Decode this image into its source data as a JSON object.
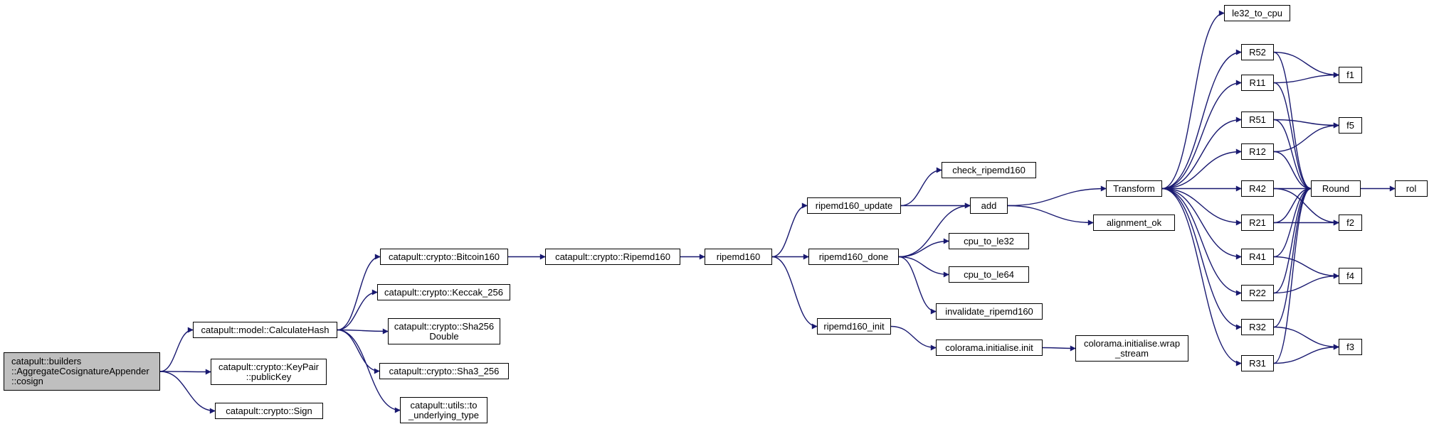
{
  "colors": {
    "edge": "#191970",
    "root_fill": "#bfbfbf",
    "node_fill": "#ffffff",
    "border": "#000000"
  },
  "nodes": [
    {
      "id": "cosign",
      "label": "catapult::builders\n::AggregateCosignatureAppender\n::cosign",
      "root": true
    },
    {
      "id": "calchash",
      "label": "catapult::model::CalculateHash"
    },
    {
      "id": "pubkey",
      "label": "catapult::crypto::KeyPair\n::publicKey"
    },
    {
      "id": "sign",
      "label": "catapult::crypto::Sign"
    },
    {
      "id": "bitcoin160",
      "label": "catapult::crypto::Bitcoin160"
    },
    {
      "id": "keccak",
      "label": "catapult::crypto::Keccak_256"
    },
    {
      "id": "sha256d",
      "label": "catapult::crypto::Sha256\nDouble"
    },
    {
      "id": "sha3",
      "label": "catapult::crypto::Sha3_256"
    },
    {
      "id": "tounder",
      "label": "catapult::utils::to\n_underlying_type"
    },
    {
      "id": "ripemd160c",
      "label": "catapult::crypto::Ripemd160"
    },
    {
      "id": "ripemd160",
      "label": "ripemd160"
    },
    {
      "id": "rupdate",
      "label": "ripemd160_update"
    },
    {
      "id": "rdone",
      "label": "ripemd160_done"
    },
    {
      "id": "rinit",
      "label": "ripemd160_init"
    },
    {
      "id": "check",
      "label": "check_ripemd160"
    },
    {
      "id": "add",
      "label": "add"
    },
    {
      "id": "cpule32",
      "label": "cpu_to_le32"
    },
    {
      "id": "cpule64",
      "label": "cpu_to_le64"
    },
    {
      "id": "invalidate",
      "label": "invalidate_ripemd160"
    },
    {
      "id": "colinit",
      "label": "colorama.initialise.init"
    },
    {
      "id": "colwrap",
      "label": "colorama.initialise.wrap\n_stream"
    },
    {
      "id": "transform",
      "label": "Transform"
    },
    {
      "id": "alignok",
      "label": "alignment_ok"
    },
    {
      "id": "le32",
      "label": "le32_to_cpu"
    },
    {
      "id": "R52",
      "label": "R52"
    },
    {
      "id": "R11",
      "label": "R11"
    },
    {
      "id": "R51",
      "label": "R51"
    },
    {
      "id": "R12",
      "label": "R12"
    },
    {
      "id": "R42",
      "label": "R42"
    },
    {
      "id": "R21",
      "label": "R21"
    },
    {
      "id": "R41",
      "label": "R41"
    },
    {
      "id": "R22",
      "label": "R22"
    },
    {
      "id": "R32",
      "label": "R32"
    },
    {
      "id": "R31",
      "label": "R31"
    },
    {
      "id": "round",
      "label": "Round"
    },
    {
      "id": "rol",
      "label": "rol"
    },
    {
      "id": "f1",
      "label": "f1"
    },
    {
      "id": "f5",
      "label": "f5"
    },
    {
      "id": "f2",
      "label": "f2"
    },
    {
      "id": "f4",
      "label": "f4"
    },
    {
      "id": "f3",
      "label": "f3"
    }
  ],
  "edges": [
    [
      "cosign",
      "calchash"
    ],
    [
      "cosign",
      "pubkey"
    ],
    [
      "cosign",
      "sign"
    ],
    [
      "calchash",
      "bitcoin160"
    ],
    [
      "calchash",
      "keccak"
    ],
    [
      "calchash",
      "sha256d"
    ],
    [
      "calchash",
      "sha3"
    ],
    [
      "calchash",
      "tounder"
    ],
    [
      "bitcoin160",
      "ripemd160c"
    ],
    [
      "ripemd160c",
      "ripemd160"
    ],
    [
      "ripemd160",
      "rupdate"
    ],
    [
      "ripemd160",
      "rdone"
    ],
    [
      "ripemd160",
      "rinit"
    ],
    [
      "rupdate",
      "check"
    ],
    [
      "rupdate",
      "add"
    ],
    [
      "rdone",
      "add"
    ],
    [
      "rdone",
      "cpule32"
    ],
    [
      "rdone",
      "cpule64"
    ],
    [
      "rdone",
      "invalidate"
    ],
    [
      "rinit",
      "colinit"
    ],
    [
      "colinit",
      "colwrap"
    ],
    [
      "add",
      "transform"
    ],
    [
      "add",
      "alignok"
    ],
    [
      "transform",
      "le32"
    ],
    [
      "transform",
      "R52"
    ],
    [
      "transform",
      "R11"
    ],
    [
      "transform",
      "R51"
    ],
    [
      "transform",
      "R12"
    ],
    [
      "transform",
      "R42"
    ],
    [
      "transform",
      "R21"
    ],
    [
      "transform",
      "R41"
    ],
    [
      "transform",
      "R22"
    ],
    [
      "transform",
      "R32"
    ],
    [
      "transform",
      "R31"
    ],
    [
      "R52",
      "f1"
    ],
    [
      "R52",
      "round"
    ],
    [
      "R11",
      "f1"
    ],
    [
      "R11",
      "round"
    ],
    [
      "R51",
      "f5"
    ],
    [
      "R51",
      "round"
    ],
    [
      "R12",
      "f5"
    ],
    [
      "R12",
      "round"
    ],
    [
      "R42",
      "round"
    ],
    [
      "R42",
      "f2"
    ],
    [
      "R21",
      "round"
    ],
    [
      "R21",
      "f2"
    ],
    [
      "R41",
      "round"
    ],
    [
      "R41",
      "f4"
    ],
    [
      "R22",
      "f4"
    ],
    [
      "R22",
      "round"
    ],
    [
      "R32",
      "round"
    ],
    [
      "R32",
      "f3"
    ],
    [
      "R31",
      "round"
    ],
    [
      "R31",
      "f3"
    ],
    [
      "round",
      "rol"
    ]
  ]
}
